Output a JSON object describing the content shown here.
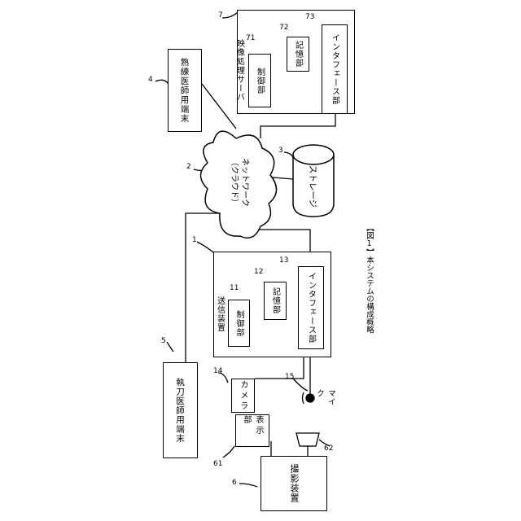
{
  "figure": {
    "caption": "【図1】本システムの構成概略",
    "image_server": {
      "num": "7",
      "label": "映像処理サーバ",
      "control": {
        "num": "71",
        "label": "制御部"
      },
      "memory": {
        "num": "72",
        "label": "記憶部"
      },
      "interface": {
        "num": "73",
        "label": "インタフェース部"
      }
    },
    "skilled_terminal": {
      "num": "4",
      "label": "熟練医師用端末"
    },
    "network": {
      "num": "2",
      "line1": "ネットワーク",
      "line2": "（クラウド）"
    },
    "storage": {
      "num": "3",
      "label": "ストレージ"
    },
    "transmitter": {
      "num": "1",
      "label": "送信装置",
      "control": {
        "num": "11",
        "label": "制御部"
      },
      "memory": {
        "num": "12",
        "label": "記憶部"
      },
      "interface": {
        "num": "13",
        "label": "インタフェース部"
      }
    },
    "surgeon_terminal": {
      "num": "5",
      "label": "執刀医師用端末"
    },
    "camera": {
      "num": "14",
      "label": "カメラ"
    },
    "mic": {
      "num": "15",
      "label": "マイク"
    },
    "display": {
      "num": "61",
      "label": "表示部"
    },
    "speaker": {
      "num": "62"
    },
    "imaging_device": {
      "num": "6",
      "label": "撮影装置"
    }
  }
}
